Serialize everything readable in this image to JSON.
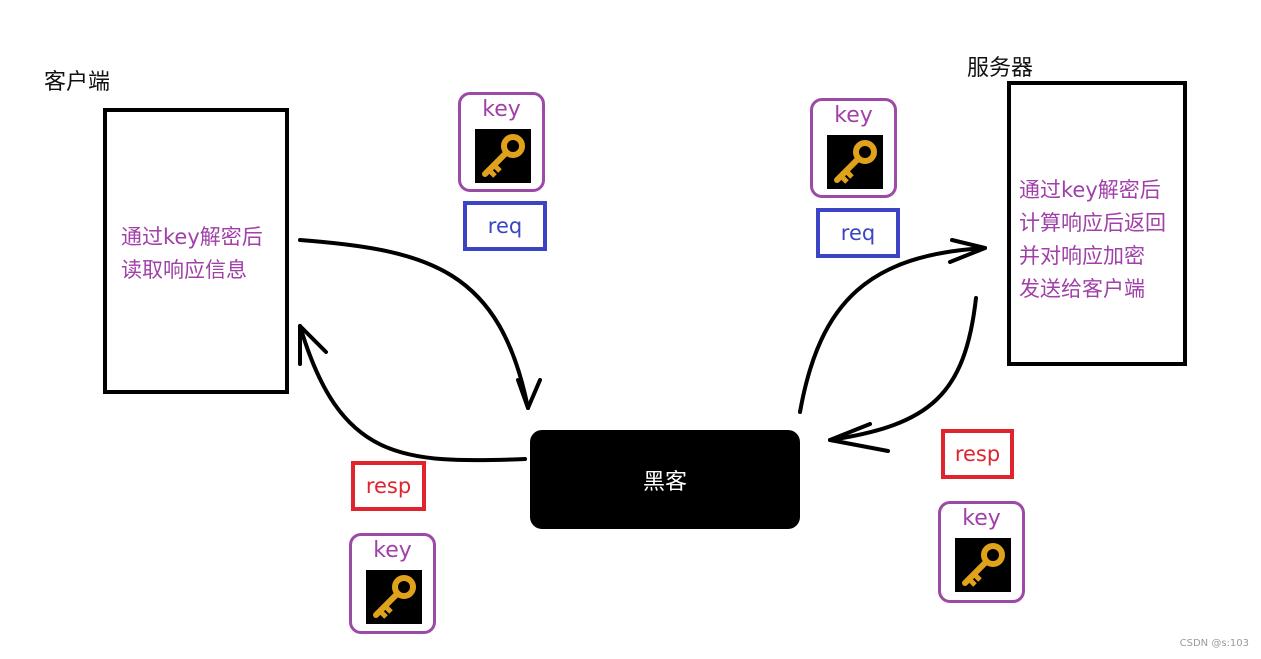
{
  "client": {
    "title": "客户端",
    "note_lines": [
      "通过key解密后",
      "读取响应信息"
    ]
  },
  "server": {
    "title": "服务器",
    "note_lines": [
      "通过key解密后",
      "计算响应后返回",
      "并对响应加密",
      "发送给客户端"
    ]
  },
  "hacker": {
    "label": "黑客"
  },
  "key_label": "key",
  "req_label": "req",
  "resp_label": "resp",
  "watermark": "CSDN @s:103",
  "colors": {
    "purple": "#9b4aa6",
    "blue": "#3a44c4",
    "red": "#e0242e",
    "black": "#000000"
  },
  "icons": {
    "key": "golden-key-icon"
  }
}
